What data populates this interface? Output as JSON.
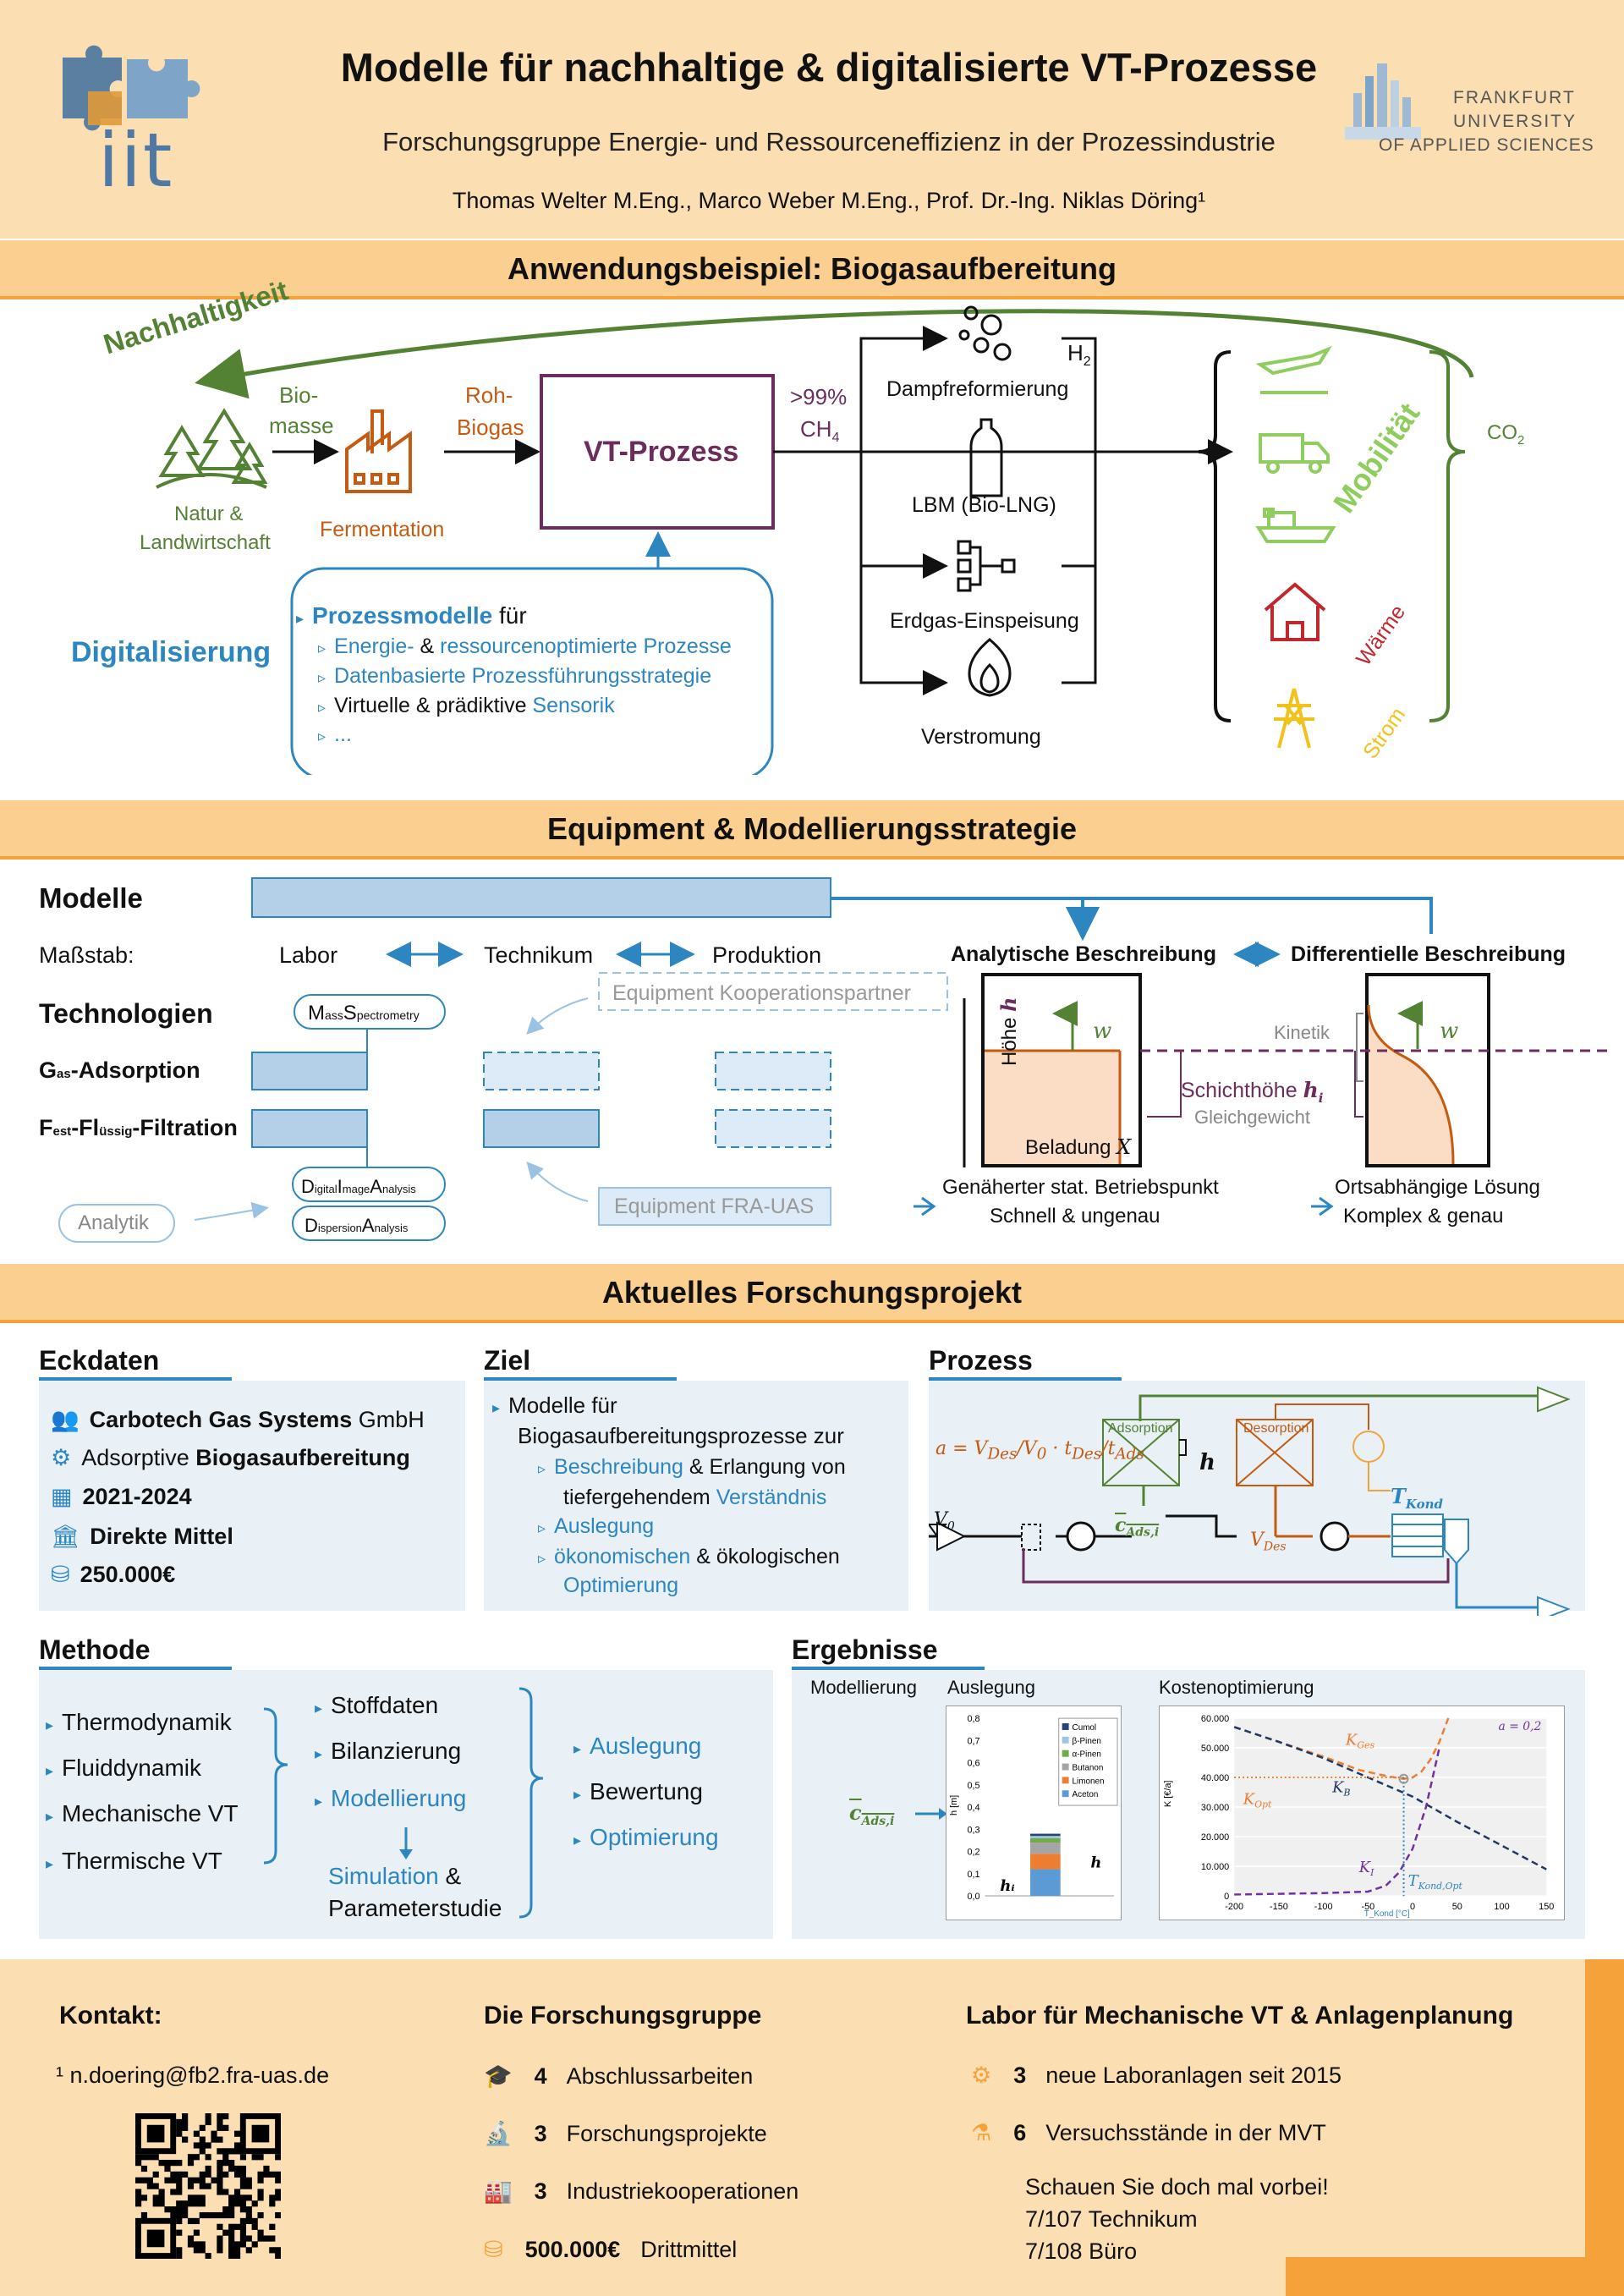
{
  "header": {
    "logo_text": "iit",
    "title": "Modelle für nachhaltige & digitalisierte VT-Prozesse",
    "subtitle": "Forschungsgruppe Energie- und Ressourceneffizienz in der Prozessindustrie",
    "authors": "Thomas Welter M.Eng., Marco Weber M.Eng.,  Prof. Dr.-Ing. Niklas Döring¹",
    "uni_line1": "FRANKFURT",
    "uni_line2": "UNIVERSITY",
    "uni_line3": "OF APPLIED SCIENCES"
  },
  "section1": {
    "title": "Anwendungsbeispiel: Biogasaufbereitung",
    "nachhaltigkeit": "Nachhaltigkeit",
    "natur": "Natur &",
    "landwirtschaft": "Landwirtschaft",
    "biomasse1": "Bio-",
    "biomasse2": "masse",
    "fermentation": "Fermentation",
    "rohbiogas1": "Roh-",
    "rohbiogas2": "Biogas",
    "vtprozess": "VT-Prozess",
    "ch4_pct": ">99%",
    "ch4": "CH",
    "ch4_sub": "4",
    "h2": "H",
    "h2_sub": "2",
    "co2": "CO",
    "co2_sub": "2",
    "dampf": "Dampfreformierung",
    "lbm": "LBM (Bio-LNG)",
    "erdgas": "Erdgas-Einspeisung",
    "verstromung": "Verstromung",
    "mobilitaet": "Mobilität",
    "waerme": "Wärme",
    "strom": "Strom",
    "digitalisierung": "Digitalisierung",
    "box_title": "Prozessmodelle",
    "box_title_rest": " für",
    "box_item1a": "Energie-",
    "box_item1b": " & ",
    "box_item1c": "ressourcenoptimierte Prozesse",
    "box_item2": "Datenbasierte Prozessführungsstrategie",
    "box_item3a": "Virtuelle & prädiktive ",
    "box_item3b": "Sensorik",
    "box_item4": "..."
  },
  "section2": {
    "title": "Equipment & Modellierungsstrategie",
    "modelle": "Modelle",
    "massstab": "Maßstab:",
    "labor": "Labor",
    "technikum": "Technikum",
    "produktion": "Produktion",
    "technologien": "Technologien",
    "ms_label": "MassSpectrometry",
    "ms_big1": "M",
    "ms_small1": "ass",
    "ms_big2": "S",
    "ms_small2": "pectrometry",
    "equip_koop": "Equipment Kooperationspartner",
    "gas_big": "G",
    "gas_small": "as",
    "gas_rest": "-Adsorption",
    "fest_big": "F",
    "fest_small": "est",
    "fl_big": "-Fl",
    "fl_small": "üssig",
    "fl_rest": "-Filtration",
    "dia_b1": "D",
    "dia_s1": "igital",
    "dia_b2": "I",
    "dia_s2": "mage",
    "dia_b3": "A",
    "dia_s3": "nalysis",
    "da_b1": "D",
    "da_s1": "ispersion",
    "da_b2": "A",
    "da_s2": "nalysis",
    "analytik": "Analytik",
    "equip_fra": "Equipment FRA-UAS",
    "analytische": "Analytische Beschreibung",
    "differentielle": "Differentielle Beschreibung",
    "hoehe": "Höhe",
    "h_sym": "h",
    "w_sym": "w",
    "beladung": "Beladung",
    "x_sym": "X",
    "kinetik": "Kinetik",
    "schichthoehe": "Schichthöhe",
    "hi": "h",
    "hi_sub": "i",
    "gleichgewicht": "Gleichgewicht",
    "res1a": "Genäherter stat. Betriebspunkt",
    "res1b": "Schnell & ungenau",
    "res2a": "Ortsabhängige Lösung",
    "res2b": "Komplex & genau"
  },
  "section3": {
    "title": "Aktuelles Forschungsprojekt",
    "eckdaten": "Eckdaten",
    "eck1a": "Carbotech Gas Systems",
    "eck1b": " GmbH",
    "eck2a": "Adsorptive ",
    "eck2b": "Biogasaufbereitung",
    "eck3": "2021-2024",
    "eck4": "Direkte Mittel",
    "eck5": "250.000€",
    "ziel": "Ziel",
    "ziel1": "Modelle für",
    "ziel2": "Biogasaufbereitungsprozesse zur",
    "ziel3a": "Beschreibung",
    "ziel3b": " & Erlangung von",
    "ziel3c": "tiefergehendem ",
    "ziel3d": "Verständnis",
    "ziel4": "Auslegung",
    "ziel5a": "ökonomischen",
    "ziel5b": " & ökologischen",
    "ziel5c": "Optimierung",
    "prozess": "Prozess",
    "adsorption": "Adsorption",
    "desorption": "Desorption",
    "t_kond": "T",
    "t_kond_sub": "Kond",
    "c_ads": "c",
    "c_ads_sub": "Ads,i",
    "v_des": "V",
    "v_des_sub": "Des",
    "v0": "V",
    "v0_sub": "0",
    "formula_a": "a =",
    "methode": "Methode",
    "m1": "Thermodynamik",
    "m2": "Fluiddynamik",
    "m3": "Mechanische VT",
    "m4": "Thermische VT",
    "m5": "Stoffdaten",
    "m6": "Bilanzierung",
    "m7": "Modellierung",
    "m8a": "Simulation",
    "m8b": " &",
    "m9": "Parameterstudie",
    "m10": "Auslegung",
    "m11": "Bewertung",
    "m12": "Optimierung",
    "ergebnisse": "Ergebnisse",
    "e_modellierung": "Modellierung",
    "e_auslegung": "Auslegung",
    "e_kosten": "Kostenoptimierung",
    "e_cads": "c",
    "e_cads_sub": "Ads,i"
  },
  "footer": {
    "kontakt": "Kontakt:",
    "email": "¹ n.doering@fb2.fra-uas.de",
    "gruppe": "Die Forschungsgruppe",
    "g1n": "4",
    "g1t": "Abschlussarbeiten",
    "g2n": "3",
    "g2t": "Forschungsprojekte",
    "g3n": "3",
    "g3t": "Industriekooperationen",
    "g4n": "500.000€",
    "g4t": "Drittmittel",
    "labor": "Labor für Mechanische VT & Anlagenplanung",
    "l1n": "3",
    "l1t": "neue Laboranlagen seit 2015",
    "l2n": "6",
    "l2t": "Versuchsstände in der MVT",
    "besuch": "Schauen Sie doch mal vorbei!",
    "room1": "7/107  Technikum",
    "room2": "7/108  Büro"
  },
  "chart_data": [
    {
      "type": "bar",
      "title": "",
      "ylabel": "h [m]",
      "ylim": [
        0,
        0.8
      ],
      "yticks": [
        "0,0",
        "0,1",
        "0,2",
        "0,3",
        "0,4",
        "0,5",
        "0,6",
        "0,7",
        "0,8"
      ],
      "categories": [
        ""
      ],
      "series": [
        {
          "name": "Aceton",
          "values": [
            0.12
          ]
        },
        {
          "name": "Limonen",
          "values": [
            0.07
          ]
        },
        {
          "name": "Butanon",
          "values": [
            0.05
          ]
        },
        {
          "name": "α-Pinen",
          "values": [
            0.02
          ]
        },
        {
          "name": "β-Pinen",
          "values": [
            0.01
          ]
        },
        {
          "name": "Cumol",
          "values": [
            0.01
          ]
        }
      ],
      "stacked": true
    },
    {
      "type": "line",
      "title": "",
      "xlabel": "T_Kond [°C]",
      "ylabel": "K [€/a]",
      "xlim": [
        -200,
        150
      ],
      "ylim": [
        0,
        60000
      ],
      "xticks": [
        "-200",
        "-150",
        "-100",
        "-50",
        "0",
        "50",
        "100",
        "150"
      ],
      "yticks": [
        "0",
        "10.000",
        "20.000",
        "30.000",
        "40.000",
        "50.000",
        "60.000"
      ],
      "annotation": "a = 0,2",
      "series": [
        {
          "name": "K_Ges",
          "x": [
            -200,
            -150,
            -100,
            -60,
            -30,
            -10,
            0,
            10,
            20,
            30,
            40
          ],
          "y": [
            57000,
            52000,
            47000,
            42500,
            40500,
            39500,
            40000,
            42000,
            46000,
            52000,
            60000
          ]
        },
        {
          "name": "K_B",
          "x": [
            -200,
            -150,
            -100,
            -50,
            0,
            50,
            100,
            150
          ],
          "y": [
            57000,
            52000,
            46500,
            40000,
            33500,
            25000,
            17000,
            9000
          ]
        },
        {
          "name": "K_I",
          "x": [
            -200,
            -100,
            -50,
            -30,
            -15,
            0,
            15,
            30
          ],
          "y": [
            500,
            1000,
            1500,
            3500,
            8000,
            16000,
            30000,
            50000
          ]
        }
      ],
      "labels": [
        "K_Ges",
        "K_B",
        "K_Opt",
        "K_I",
        "T_Kond,Opt"
      ]
    }
  ]
}
